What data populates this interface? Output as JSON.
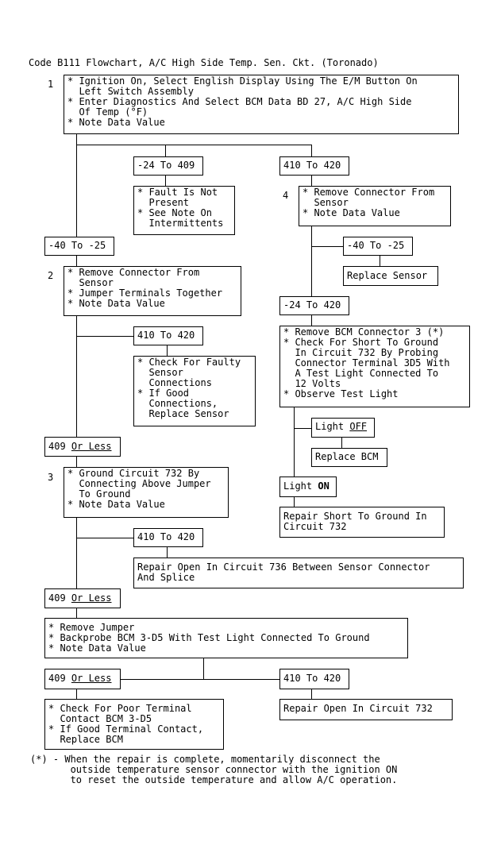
{
  "title": "Code B111 Flowchart, A/C High Side Temp. Sen. Ckt. (Toronado)",
  "step_numbers": {
    "s1": "1",
    "s2": "2",
    "s3": "3",
    "s4": "4"
  },
  "step1": "* Ignition On, Select English Display Using The E/M Button On\n  Left Switch Assembly\n* Enter Diagnostics And Select BCM Data BD 27, A/C High Side\n  Of Temp (°F)\n* Note Data Value",
  "r_m24_409": "-24 To 409",
  "r_410_420_top": "410 To 420",
  "fault_not_present": "* Fault Is Not\n  Present\n* See Note On\n  Intermittents",
  "step4": "* Remove Connector From\n  Sensor\n* Note Data Value",
  "r_m40_m25_left": "-40 To -25",
  "r_m40_m25_right": "-40 To -25",
  "replace_sensor": "Replace Sensor",
  "step2": "* Remove Connector From\n  Sensor\n* Jumper Terminals Together\n* Note Data Value",
  "r_m24_420": "-24 To 420",
  "r_410_420_a": "410 To 420",
  "remove_bcm": "* Remove BCM Connector 3 (*)\n* Check For Short To Ground\n  In Circuit 732 By Probing\n  Connector Terminal 3D5 With\n  A Test Light Connected To\n  12 Volts\n* Observe Test Light",
  "faulty_sensor": "* Check For Faulty\n  Sensor\n  Connections\n* If Good\n  Connections,\n  Replace Sensor",
  "light_prefix": "Light ",
  "light_off": "OFF",
  "replace_bcm": "Replace BCM",
  "le409_prefix": "409 ",
  "or_less": "Or Less",
  "light_on": "ON",
  "step3": "* Ground Circuit 732 By\n  Connecting Above Jumper\n  To Ground\n* Note Data Value",
  "repair_short": "Repair Short To Ground In\nCircuit 732",
  "r_410_420_b": "410 To 420",
  "repair_open_736": "Repair Open In Circuit 736 Between Sensor Connector\nAnd Splice",
  "remove_jumper": "* Remove Jumper\n* Backprobe BCM 3-D5 With Test Light Connected To Ground\n* Note Data Value",
  "r_410_420_c": "410 To 420",
  "poor_terminal": "* Check For Poor Terminal\n  Contact BCM 3-D5\n* If Good Terminal Contact,\n  Replace BCM",
  "repair_open_732": "Repair Open In Circuit 732",
  "footnote": "(*) - When the repair is complete, momentarily disconnect the\n       outside temperature sensor connector with the ignition ON\n       to reset the outside temperature and allow A/C operation."
}
